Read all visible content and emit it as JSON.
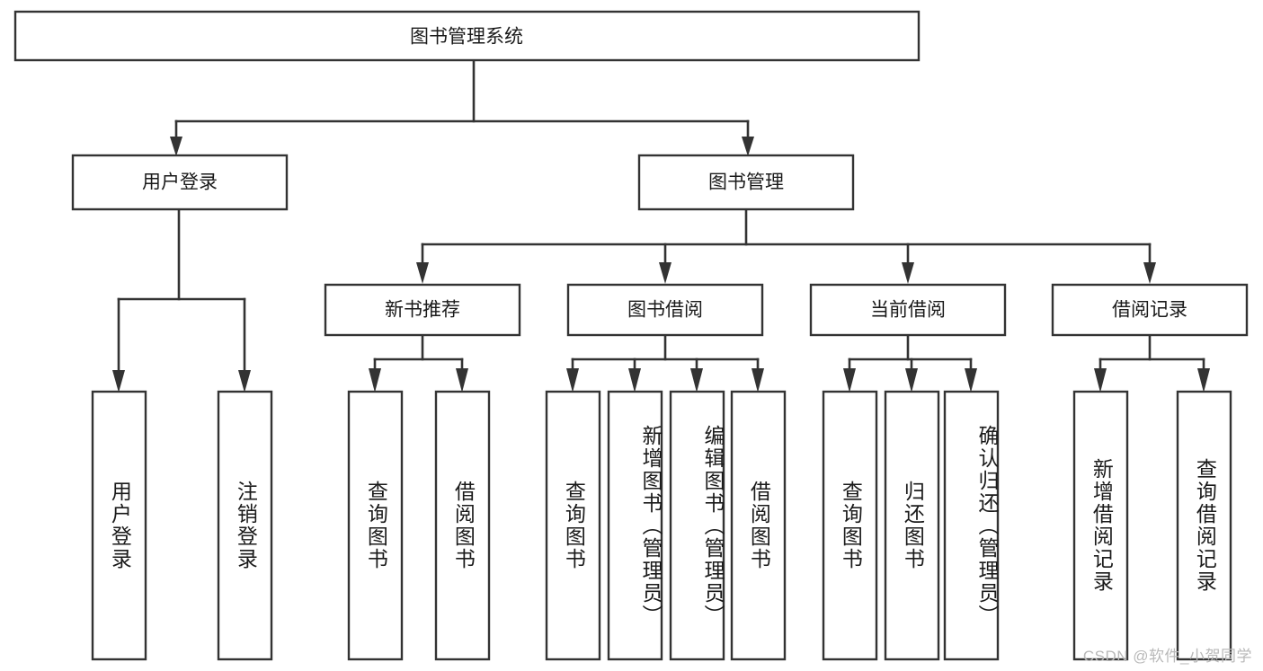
{
  "diagram": {
    "type": "tree",
    "title": "图书管理系统",
    "root": {
      "label": "图书管理系统"
    },
    "level2": [
      {
        "id": "user-login",
        "label": "用户登录"
      },
      {
        "id": "book-manage",
        "label": "图书管理"
      }
    ],
    "level3": [
      {
        "id": "new-book-recommend",
        "label": "新书推荐",
        "parent": "book-manage"
      },
      {
        "id": "book-borrow",
        "label": "图书借阅",
        "parent": "book-manage"
      },
      {
        "id": "current-borrow",
        "label": "当前借阅",
        "parent": "book-manage"
      },
      {
        "id": "borrow-record",
        "label": "借阅记录",
        "parent": "book-manage"
      }
    ],
    "leaves": [
      {
        "id": "leaf-user-login",
        "label": "用户登录",
        "parent": "user-login"
      },
      {
        "id": "leaf-logout",
        "label": "注销登录",
        "parent": "user-login"
      },
      {
        "id": "leaf-query-book-1",
        "label": "查询图书",
        "parent": "new-book-recommend"
      },
      {
        "id": "leaf-borrow-book-1",
        "label": "借阅图书",
        "parent": "new-book-recommend"
      },
      {
        "id": "leaf-query-book-2",
        "label": "查询图书",
        "parent": "book-borrow"
      },
      {
        "id": "leaf-add-book",
        "label": "新增图书（管理员）",
        "parent": "book-borrow"
      },
      {
        "id": "leaf-edit-book",
        "label": "编辑图书（管理员）",
        "parent": "book-borrow"
      },
      {
        "id": "leaf-borrow-book-2",
        "label": "借阅图书",
        "parent": "book-borrow"
      },
      {
        "id": "leaf-query-book-3",
        "label": "查询图书",
        "parent": "current-borrow"
      },
      {
        "id": "leaf-return-book",
        "label": "归还图书",
        "parent": "current-borrow"
      },
      {
        "id": "leaf-confirm-return",
        "label": "确认归还（管理员）",
        "parent": "current-borrow"
      },
      {
        "id": "leaf-add-record",
        "label": "新增借阅记录",
        "parent": "borrow-record"
      },
      {
        "id": "leaf-query-record",
        "label": "查询借阅记录",
        "parent": "borrow-record"
      }
    ],
    "colors": {
      "stroke": "#333333",
      "fill": "#ffffff",
      "text": "#1a1a1a",
      "watermark": "#b9b9b9"
    }
  },
  "watermark": {
    "text": "CSDN @软件_小贺同学"
  }
}
